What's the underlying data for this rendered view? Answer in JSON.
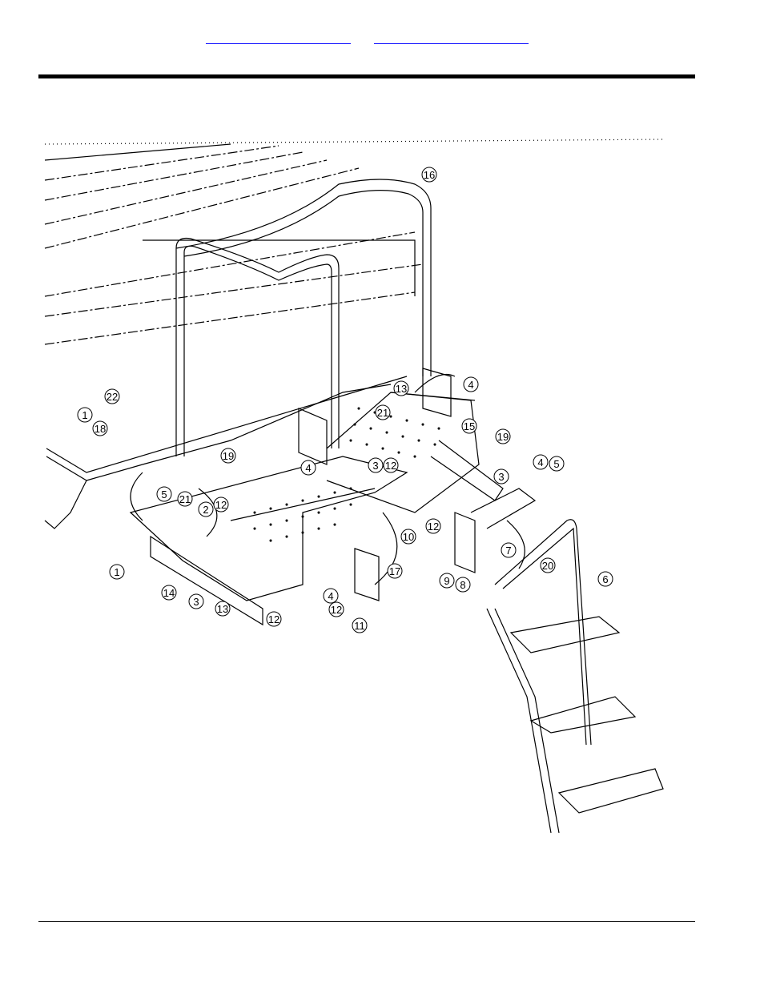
{
  "header": {
    "links": [
      "",
      ""
    ]
  },
  "callouts": [
    {
      "id": "c16",
      "label": "16"
    },
    {
      "id": "c4a",
      "label": "4"
    },
    {
      "id": "c13a",
      "label": "13"
    },
    {
      "id": "c21a",
      "label": "21"
    },
    {
      "id": "c15",
      "label": "15"
    },
    {
      "id": "c19a",
      "label": "19"
    },
    {
      "id": "c22",
      "label": "22"
    },
    {
      "id": "c1a",
      "label": "1"
    },
    {
      "id": "c18",
      "label": "18"
    },
    {
      "id": "c19b",
      "label": "19"
    },
    {
      "id": "c5a",
      "label": "5"
    },
    {
      "id": "c4b",
      "label": "4"
    },
    {
      "id": "c3a",
      "label": "3"
    },
    {
      "id": "c12a",
      "label": "12"
    },
    {
      "id": "c3b",
      "label": "3"
    },
    {
      "id": "c4c",
      "label": "4"
    },
    {
      "id": "c5b",
      "label": "5"
    },
    {
      "id": "c21b",
      "label": "21"
    },
    {
      "id": "c2",
      "label": "2"
    },
    {
      "id": "c12b",
      "label": "12"
    },
    {
      "id": "c12c",
      "label": "12"
    },
    {
      "id": "c10",
      "label": "10"
    },
    {
      "id": "c7",
      "label": "7"
    },
    {
      "id": "c20",
      "label": "20"
    },
    {
      "id": "c6",
      "label": "6"
    },
    {
      "id": "c1b",
      "label": "1"
    },
    {
      "id": "c14",
      "label": "14"
    },
    {
      "id": "c3c",
      "label": "3"
    },
    {
      "id": "c13b",
      "label": "13"
    },
    {
      "id": "c17",
      "label": "17"
    },
    {
      "id": "c9",
      "label": "9"
    },
    {
      "id": "c8",
      "label": "8"
    },
    {
      "id": "c4d",
      "label": "4"
    },
    {
      "id": "c12d",
      "label": "12"
    },
    {
      "id": "c12e",
      "label": "12"
    },
    {
      "id": "c11",
      "label": "11"
    }
  ]
}
